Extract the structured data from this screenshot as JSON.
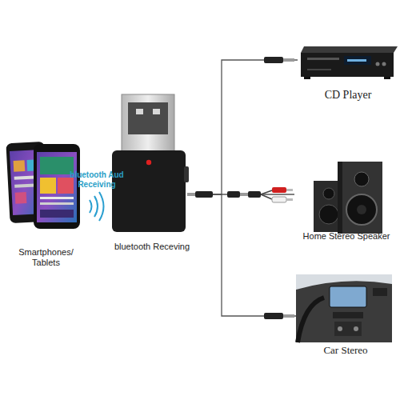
{
  "diagram": {
    "nodes": [
      {
        "text": [
          "Smartphones/ Tablets"
        ]
      },
      {
        "text": [
          "bluetooth Receving"
        ]
      },
      {
        "text": [
          "CD Player"
        ]
      },
      {
        "text": [
          "Home Stereo Speaker"
        ]
      },
      {
        "text": [
          "Car Stereo"
        ]
      }
    ],
    "edges": [
      {
        "from": 1,
        "to": 2,
        "arrow": "none"
      },
      {
        "from": 1,
        "to": 3,
        "arrow": "none"
      },
      {
        "from": 1,
        "to": 4,
        "arrow": "none"
      }
    ],
    "labels": [
      "bluetooth Aud Receiving"
    ]
  }
}
